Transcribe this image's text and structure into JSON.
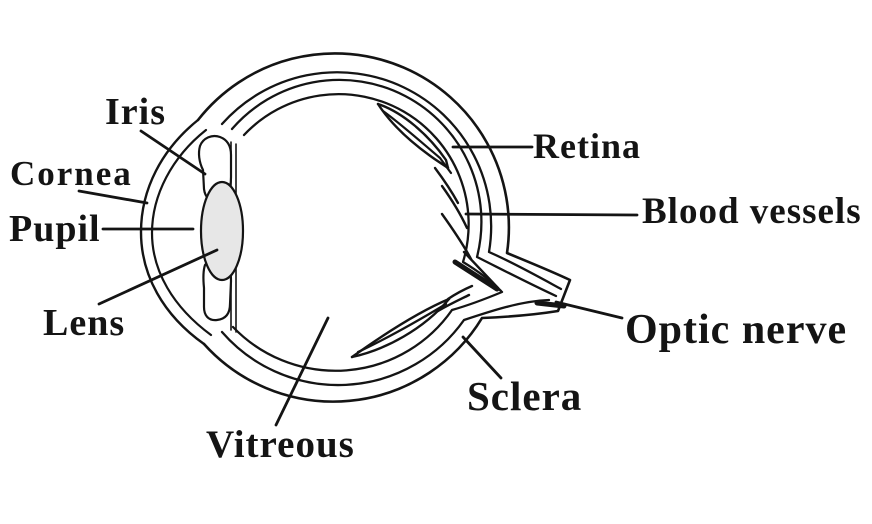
{
  "figure": {
    "labels": {
      "iris": "Iris",
      "cornea": "Cornea",
      "pupil": "Pupil",
      "lens": "Lens",
      "vitreous": "Vitreous",
      "retina": "Retina",
      "blood_vessels": "Blood vessels",
      "optic_nerve": "Optic nerve",
      "sclera": "Sclera"
    },
    "colors": {
      "line": "#141414",
      "lens_fill": "#e7e7e7",
      "background": "#ffffff",
      "text": "#141414"
    }
  }
}
